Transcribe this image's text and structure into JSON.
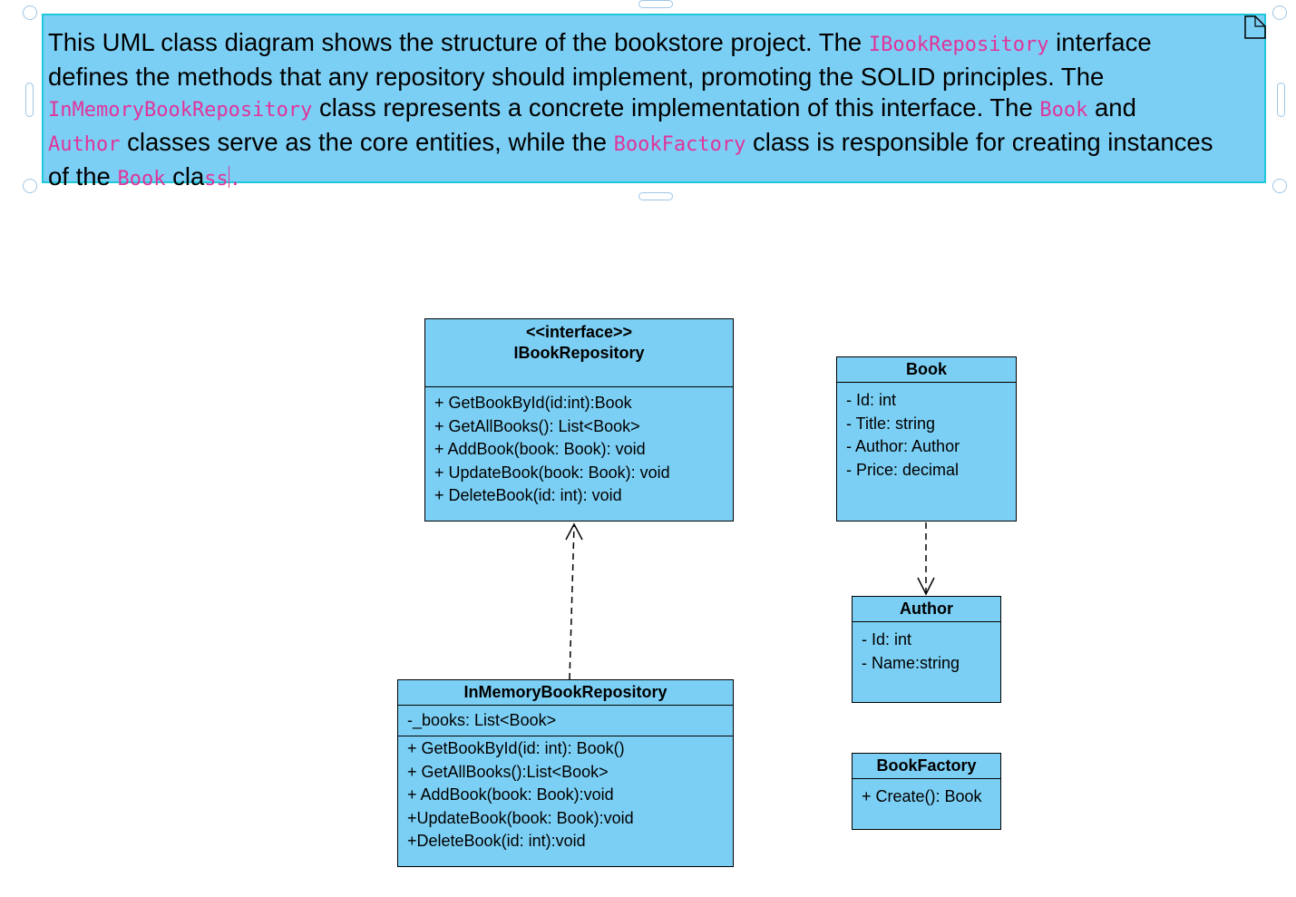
{
  "note": {
    "segments": [
      {
        "text": "This UML class diagram shows the structure of the bookstore project. The ",
        "code": false
      },
      {
        "text": "IBookRepository",
        "code": true
      },
      {
        "text": " interface",
        "code": false,
        "br": true
      },
      {
        "text": "defines the methods that any repository should implement, promoting the SOLID principles. The",
        "code": false,
        "br": true
      },
      {
        "text": "InMemoryBookRepository",
        "code": true
      },
      {
        "text": " class represents a concrete implementation of this interface. The ",
        "code": false
      },
      {
        "text": "Book",
        "code": true
      },
      {
        "text": " and",
        "code": false,
        "br": true
      },
      {
        "text": "Author",
        "code": true
      },
      {
        "text": " classes serve as the core entities, while the ",
        "code": false
      },
      {
        "text": "BookFactory",
        "code": true
      },
      {
        "text": " class is responsible for creating instances",
        "code": false,
        "br": true
      },
      {
        "text": "of the ",
        "code": false
      },
      {
        "text": "Book",
        "code": true
      },
      {
        "text": " cla",
        "code": false
      },
      {
        "text": "ss",
        "code": true,
        "caret_after": true
      },
      {
        "text": ".",
        "code": true
      }
    ]
  },
  "classes": {
    "ibookrepository": {
      "stereotype": "<<interface>>",
      "name": "IBookRepository",
      "methods": [
        "+ GetBookById(id:int):Book",
        "+ GetAllBooks(): List<Book>",
        "+ AddBook(book: Book): void",
        "+ UpdateBook(book: Book): void",
        "+ DeleteBook(id: int): void"
      ]
    },
    "book": {
      "name": "Book",
      "attributes": [
        "- Id: int",
        "- Title: string",
        "- Author: Author",
        "- Price: decimal"
      ]
    },
    "author": {
      "name": "Author",
      "attributes": [
        "- Id: int",
        "- Name:string"
      ]
    },
    "inmemory": {
      "name": "InMemoryBookRepository",
      "attributes": [
        "-_books: List<Book>"
      ],
      "methods": [
        "+ GetBookById(id: int): Book()",
        "+ GetAllBooks():List<Book>",
        "+ AddBook(book: Book):void",
        "+UpdateBook(book: Book):void",
        "+DeleteBook(id: int):void"
      ]
    },
    "bookfactory": {
      "name": "BookFactory",
      "methods": [
        "+ Create(): Book"
      ]
    }
  },
  "colors": {
    "class_fill": "#7ccff4",
    "note_border": "#1ec8dc",
    "code_text": "#e0349b"
  }
}
